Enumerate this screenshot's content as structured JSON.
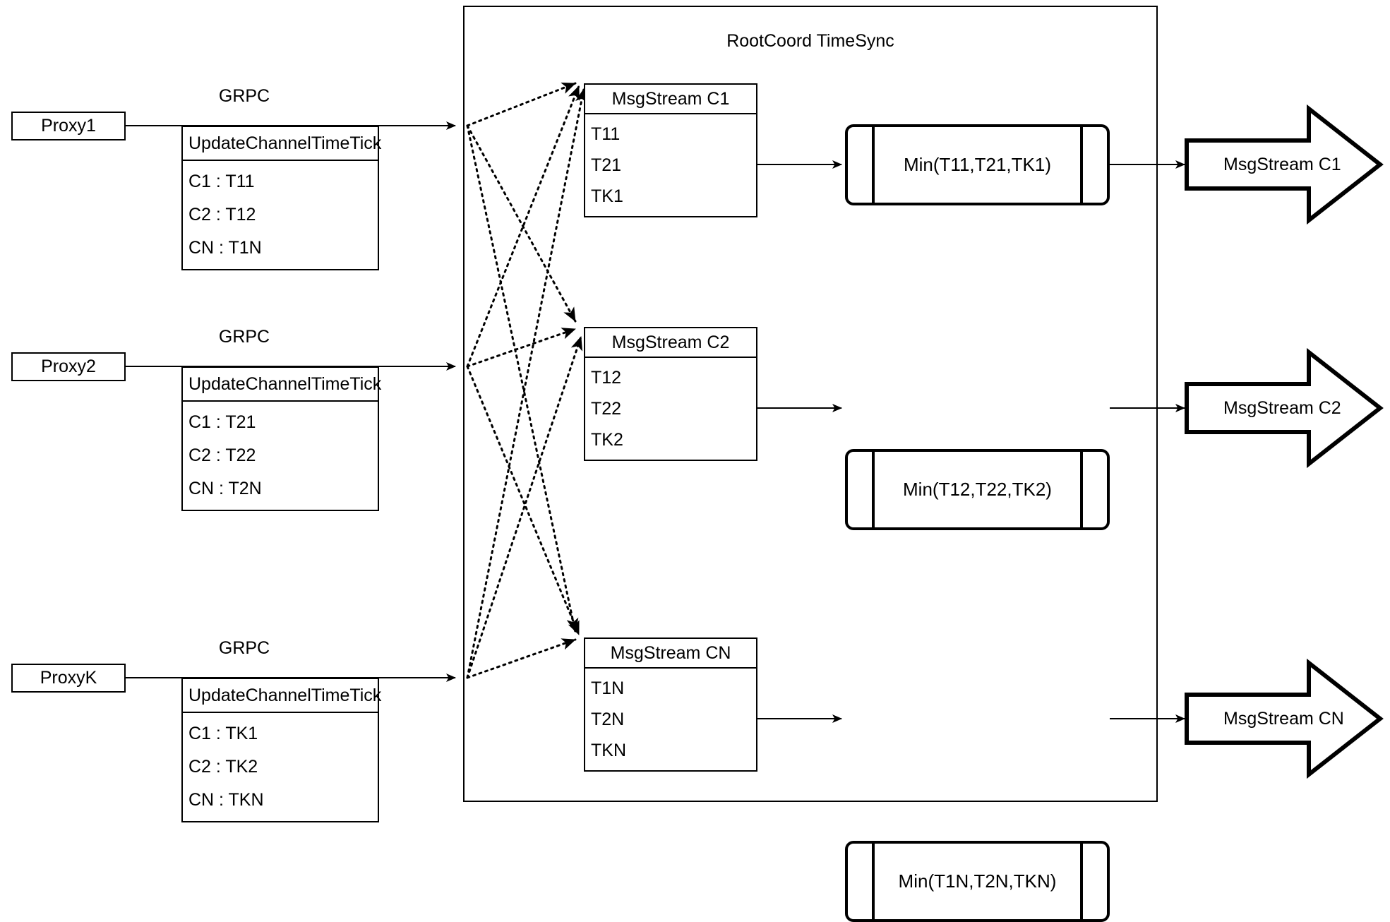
{
  "diagram": {
    "title": "RootCoord TimeSync",
    "container_label": "RootCoord TimeSync"
  },
  "rows": [
    {
      "proxy": {
        "label": "Proxy1"
      },
      "link_label": "GRPC",
      "request": {
        "title": "UpdateChannelTimeTick",
        "rows": [
          "C1 :  T11",
          "C2 :  T12",
          "CN : T1N"
        ]
      },
      "msgstream": {
        "title": "MsgStream C1",
        "rows": [
          "T11",
          "T21",
          "TK1"
        ]
      },
      "process": {
        "label": "Min(T11,T21,TK1)"
      },
      "output": {
        "label": "MsgStream C1"
      }
    },
    {
      "proxy": {
        "label": "Proxy2"
      },
      "link_label": "GRPC",
      "request": {
        "title": "UpdateChannelTimeTick",
        "rows": [
          "C1 :  T21",
          "C2 :  T22",
          "CN : T2N"
        ]
      },
      "msgstream": {
        "title": "MsgStream C2",
        "rows": [
          "T12",
          "T22",
          "TK2"
        ]
      },
      "process": {
        "label": "Min(T12,T22,TK2)"
      },
      "output": {
        "label": "MsgStream C2"
      }
    },
    {
      "proxy": {
        "label": "ProxyK"
      },
      "link_label": "GRPC",
      "request": {
        "title": "UpdateChannelTimeTick",
        "rows": [
          "C1 :  TK1",
          "C2 :  TK2",
          "CN : TKN"
        ]
      },
      "msgstream": {
        "title": "MsgStream CN",
        "rows": [
          "T1N",
          "T2N",
          "TKN"
        ]
      },
      "process": {
        "label": "Min(T1N,T2N,TKN)"
      },
      "output": {
        "label": "MsgStream CN"
      }
    }
  ],
  "colors": {
    "stroke": "#000000",
    "background": "#ffffff"
  }
}
